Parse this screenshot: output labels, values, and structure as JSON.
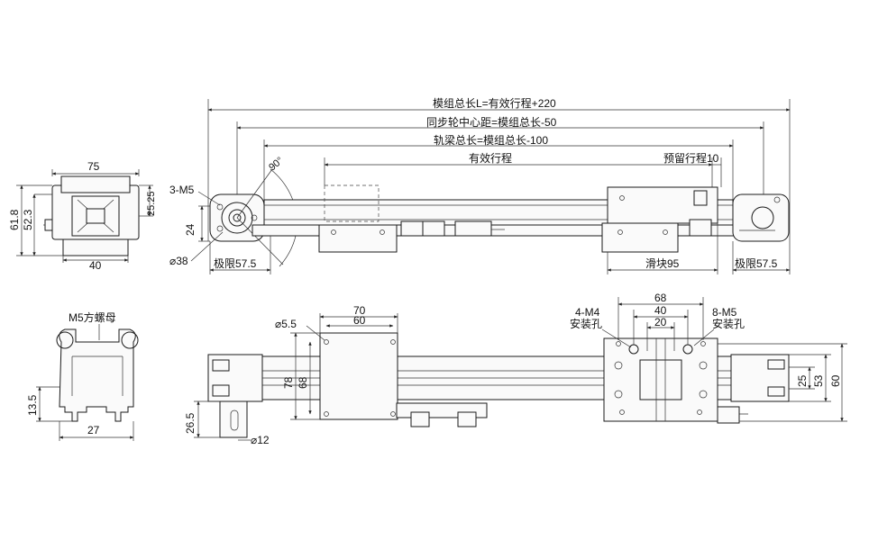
{
  "labels": {
    "total_length": "模组总长L=有效行程+220",
    "pulley_center": "同步轮中心距=模组总长-50",
    "rail_length": "轨梁总长=模组总长-100",
    "effective_stroke": "有效行程",
    "reserved_stroke": "预留行程10",
    "bolt_3m5": "3-M5",
    "angle_90": "90°",
    "dia_38": "⌀38",
    "dim_24": "24",
    "limit_left": "极限57.5",
    "slider_95": "滑块95",
    "limit_right": "极限57.5",
    "end_width_75": "75",
    "end_bottom_40": "40",
    "end_h_61_8": "61.8",
    "end_h_52_3": "52.3",
    "end_h_25_25": "25.25",
    "nut_label": "M5方螺母",
    "prof_13_5": "13.5",
    "prof_27": "27",
    "hole_5_5": "⌀5.5",
    "dim_70": "70",
    "dim_60": "60",
    "dim_78": "78",
    "dim_68v": "68",
    "dim_26_5": "26.5",
    "dia_12": "⌀12",
    "dim_68": "68",
    "dim_40": "40",
    "dim_20": "20",
    "holes_4m4": "4-M4",
    "holes_4m4_sub": "安装孔",
    "holes_8m5": "8-M5",
    "holes_8m5_sub": "安装孔",
    "dim_25": "25",
    "dim_53": "53",
    "dim_60v": "60"
  }
}
